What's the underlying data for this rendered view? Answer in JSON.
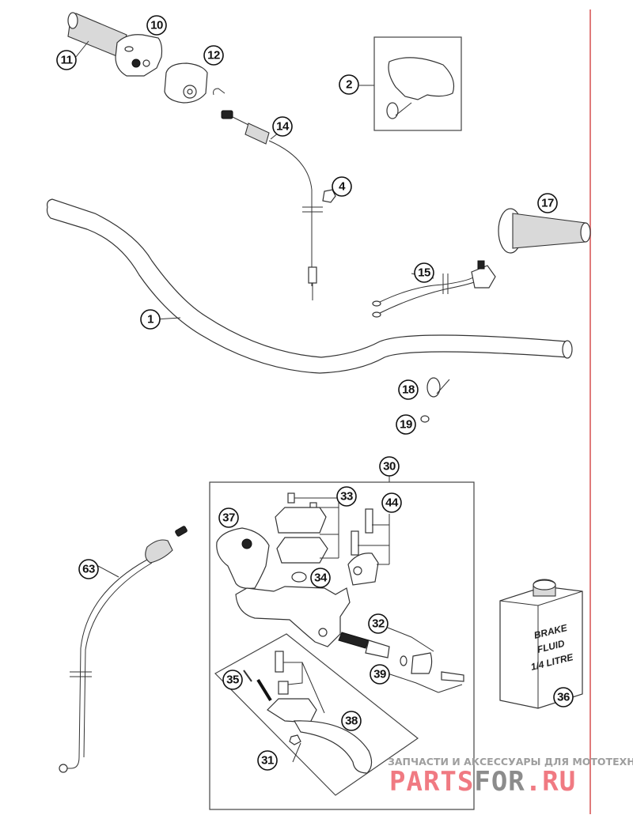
{
  "diagram": {
    "title": "Handlebar / controls exploded parts diagram",
    "colors": {
      "line": "#333333",
      "margin_line": "#e07a7a",
      "watermark_red": "#f07a82",
      "watermark_gray": "#8c8c8c"
    },
    "callouts": [
      {
        "id": "c10",
        "label": "10",
        "part": "throttle-housing"
      },
      {
        "id": "c11",
        "label": "11",
        "part": "throttle-grip"
      },
      {
        "id": "c12",
        "label": "12",
        "part": "throttle-cover"
      },
      {
        "id": "c2",
        "label": "2",
        "part": "handlebar-pad"
      },
      {
        "id": "c14",
        "label": "14",
        "part": "throttle-cable"
      },
      {
        "id": "c4",
        "label": "4",
        "part": "cable-nut"
      },
      {
        "id": "c17",
        "label": "17",
        "part": "left-grip"
      },
      {
        "id": "c15",
        "label": "15",
        "part": "kill-switch"
      },
      {
        "id": "c1",
        "label": "1",
        "part": "handlebar"
      },
      {
        "id": "c18",
        "label": "18",
        "part": "cable-tie"
      },
      {
        "id": "c19",
        "label": "19",
        "part": "small-nut"
      },
      {
        "id": "c30",
        "label": "30",
        "part": "brake-master-cylinder-assembly"
      },
      {
        "id": "c33",
        "label": "33",
        "part": "reservoir-cover-set"
      },
      {
        "id": "c44",
        "label": "44",
        "part": "clamp-set"
      },
      {
        "id": "c37",
        "label": "37",
        "part": "lever-guard"
      },
      {
        "id": "c34",
        "label": "34",
        "part": "reservoir-cap"
      },
      {
        "id": "c32",
        "label": "32",
        "part": "piston-kit"
      },
      {
        "id": "c39",
        "label": "39",
        "part": "boot-kit"
      },
      {
        "id": "c35",
        "label": "35",
        "part": "adjuster-pin"
      },
      {
        "id": "c38",
        "label": "38",
        "part": "lever-pivot"
      },
      {
        "id": "c31",
        "label": "31",
        "part": "brake-lever-assembly"
      },
      {
        "id": "c63",
        "label": "63",
        "part": "hot-start-cable"
      },
      {
        "id": "c36",
        "label": "36",
        "part": "brake-fluid-can"
      }
    ],
    "can_label": [
      "BRAKE",
      "FLUID",
      "1/4 LITRE"
    ],
    "watermark": {
      "tagline": "ЗАПЧАСТИ И АКСЕССУАРЫ ДЛЯ МОТОТЕХНИКИ",
      "logo_part1": "PARTS",
      "logo_part2": "FOR",
      "logo_part3": ".RU"
    }
  }
}
